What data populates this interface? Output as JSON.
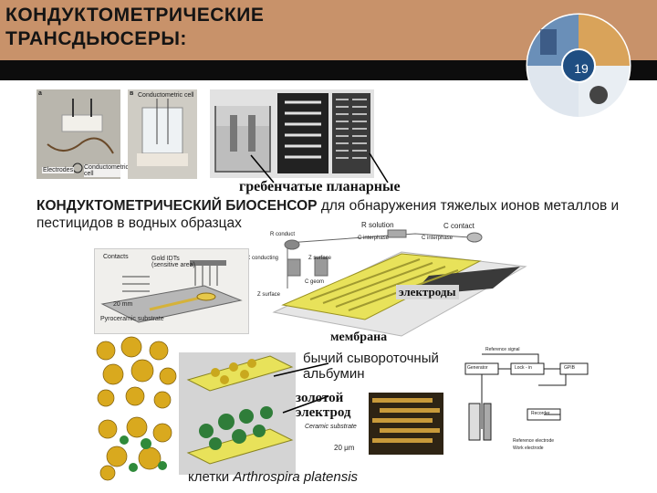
{
  "slide": {
    "title": "КОНДУКТОМЕТРИЧЕСКИЕ\nТРАНСДЬЮСЕРЫ:",
    "number": "19"
  },
  "photos": {
    "panel_a_letter": "a",
    "panel_a_label_left": "Electrodes",
    "panel_a_label_right": "Conductometric cell",
    "panel_b_letter": "в",
    "panel_b_label": "Conductometric cell"
  },
  "captions": {
    "comb_planar": "гребенчатые планарные",
    "biosensor_bold": "КОНДУКТОМЕТРИЧЕСКИЙ БИОСЕНСОР",
    "biosensor_rest": " для обнаружения тяжелых ионов металлов и пестицидов в водных образцах",
    "electrodes": "электроды",
    "membrane": "мембрана",
    "albumin": "бычий сывороточный альбумин",
    "gold_electrode": "золотой электрод",
    "cells_prefix": "клетки ",
    "cells_species": "Arthrospira platensis"
  },
  "circuit_labels": {
    "r_solution": "R solution",
    "c_contact": "C contact",
    "c_interphase_left": "C interphase",
    "c_interphase_right": "C interphase",
    "r_conduct": "R conduct",
    "c_conduct": "C conducting",
    "z_surface_top": "Z surface",
    "c_geom": "C geom",
    "z_surface": "Z surface"
  },
  "idt_labels": {
    "contacts": "Contacts",
    "gold_idts": "Gold IDTs (sensitive area)",
    "length": "20 mm",
    "substrate": "Pyroceramic substrate"
  },
  "instrument_labels": {
    "reference_signal": "Reference signal",
    "generator": "Generator",
    "lock_in": "Lock - in",
    "gpib": "GPIB",
    "recorder": "Recorder",
    "reference_electrode": "Reference electrode",
    "work_electrode": "Work electrode"
  },
  "microscope": {
    "substrate": "Ceramic substrate",
    "scale": "20 μm"
  },
  "colors": {
    "header": "#c8926a",
    "header_bar": "#0d0d0d",
    "gold": "#e8e25a",
    "dark_electrode": "#3a3a3a"
  }
}
